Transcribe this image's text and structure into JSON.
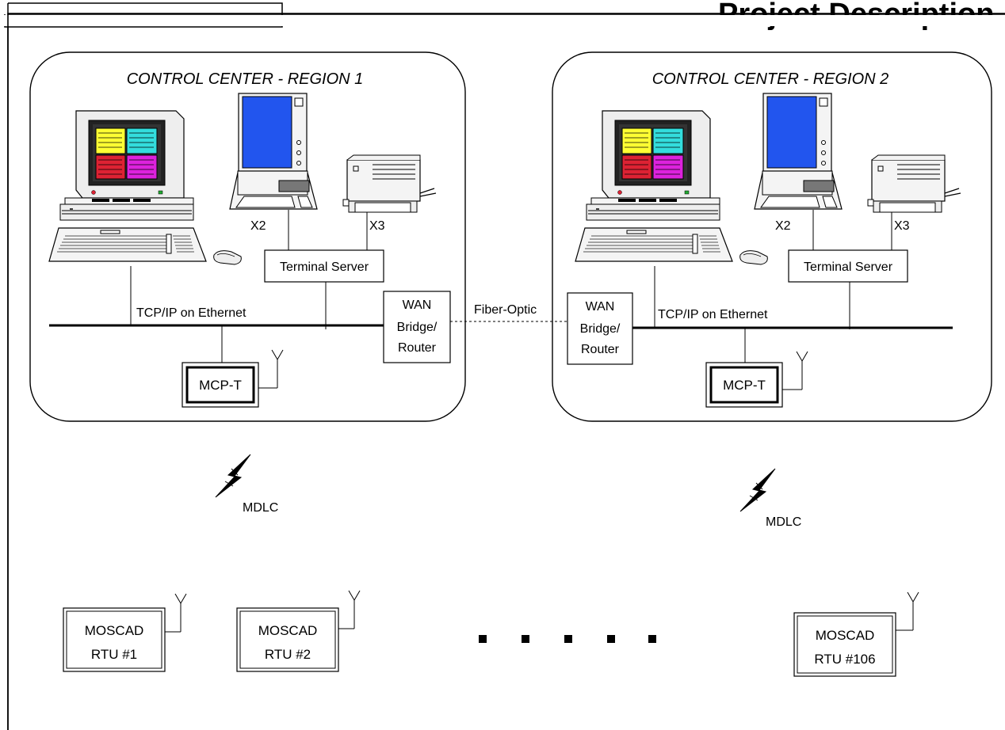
{
  "header": {
    "partial_title": "Project Description"
  },
  "regions": [
    {
      "title": "CONTROL CENTER - REGION 1",
      "network_label": "TCP/IP on Ethernet",
      "terminal_server": "Terminal Server",
      "x2": "X2",
      "x3": "X3",
      "mcp": "MCP-T"
    },
    {
      "title": "CONTROL CENTER - REGION 2",
      "network_label": "TCP/IP on Ethernet",
      "terminal_server": "Terminal Server",
      "x2": "X2",
      "x3": "X3",
      "mcp": "MCP-T"
    }
  ],
  "wan": [
    {
      "line1": "WAN",
      "line2": "Bridge/",
      "line3": "Router"
    },
    {
      "line1": "WAN",
      "line2": "Bridge/",
      "line3": "Router"
    }
  ],
  "link_label": "Fiber-Optic",
  "mdlc": [
    "MDLC",
    "MDLC"
  ],
  "rtus": [
    {
      "line1": "MOSCAD",
      "line2": "RTU #1"
    },
    {
      "line1": "MOSCAD",
      "line2": "RTU #2"
    },
    {
      "line1": "MOSCAD",
      "line2": "RTU #106"
    }
  ],
  "colors": {
    "quad_yellow": "#ffff33",
    "quad_cyan": "#33dddd",
    "quad_red": "#dd2233",
    "quad_magenta": "#dd22dd",
    "screen_blue": "#2255ee"
  }
}
